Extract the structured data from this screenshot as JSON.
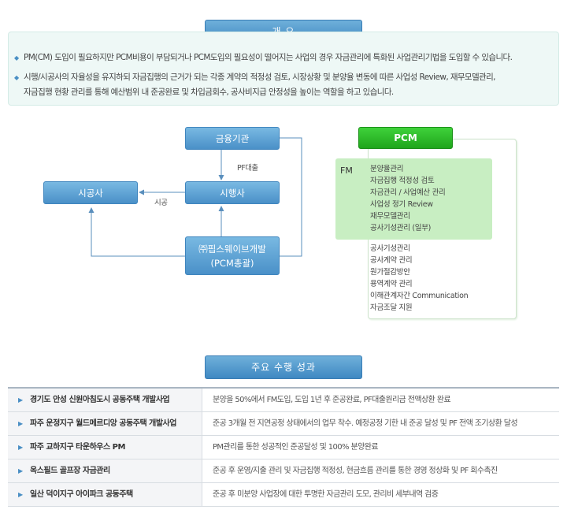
{
  "overview": {
    "title": "개 요",
    "items": [
      "PM(CM) 도입이 필요하지만 PCM비용이 부담되거나 PCM도입의 필요성이 떨어지는 사업의 경우 자금관리에 특화된 사업관리기법을 도입할 수 있습니다.",
      "시행/시공사의 자율성을 유지하되 자금집행의 근거가 되는 각종 계약의 적정성 검토, 시장상황 및 분양율 변동에 따른 사업성 Review, 재무모델관리,",
      "자금집행 현황 관리를 통해  예산범위 내 준공완료 및 차입금회수, 공사비지급 안정성을 높이는 역할을 하고 있습니다."
    ]
  },
  "diagram": {
    "finance": "금융기관",
    "developer": "시행사",
    "contractor": "시공사",
    "company_line1": "㈜핍스웨이브개발",
    "company_line2": "(PCM총괄)",
    "edge_pf": "PF대출",
    "edge_construct": "시공"
  },
  "pcm": {
    "title": "PCM",
    "fm_label": "FM",
    "fm_items": [
      "분양율관리",
      "자금집행 적정성 검토",
      "자금관리 / 사업예산 관리",
      "사업성 정기 Review",
      "재무모델관리",
      "공사기성관리 (일부)"
    ],
    "other_items": [
      "공사기성관리",
      "공사계약 관리",
      "원가절감방안",
      "용역계약 관리",
      "이해관계자간 Communication",
      "자금조달 지원"
    ]
  },
  "results": {
    "title": "주요 수행 성과",
    "rows": [
      {
        "name": "경기도 안성 신원아침도시 공동주택 개발사업",
        "desc": "분양을 50%에서 FM도입, 도입 1년 후 준공완료, PF대출원리금 전액상환 완료"
      },
      {
        "name": "파주 운정지구 월드메르디앙 공동주택 개발사업",
        "desc": "준공 3개월 전 지연공정 상태에서의 업무 착수. 예정공정 기한 내 준공 달성 및 PF 전액 조기상환 달성"
      },
      {
        "name": "파주 교하지구 타운하우스 PM",
        "desc": "PM관리를 통한 성공적인 준공달성 및 100% 분양완료"
      },
      {
        "name": "옥스필드 골프장 자금관리",
        "desc": "준공 후 운영/지출 관리 및 자금집행 적정성, 현금흐름 관리를 통한 경영 정상화 및 PF 회수촉진"
      },
      {
        "name": "일산 덕이지구 아이파크 공동주택",
        "desc": "준공 후 미분양 사업장에 대한 투명한 자금관리 도모, 관리비 세부내역 검증"
      }
    ]
  }
}
